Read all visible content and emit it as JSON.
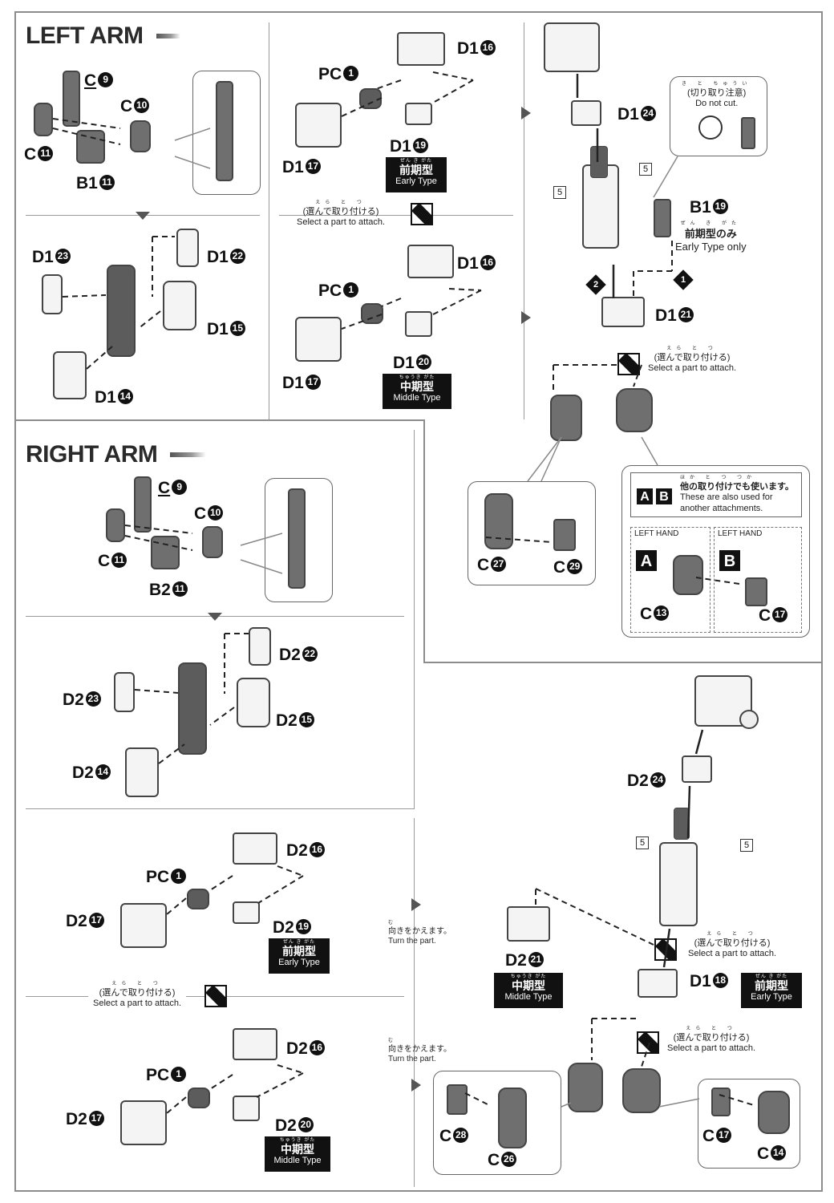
{
  "left_arm": {
    "title": "LEFT ARM",
    "step1": {
      "labels": [
        {
          "part": "C",
          "num": "9",
          "underline": true
        },
        {
          "part": "C",
          "num": "10"
        },
        {
          "part": "C",
          "num": "11"
        },
        {
          "part": "B1",
          "num": "11"
        }
      ]
    },
    "step2": {
      "labels": [
        {
          "part": "D1",
          "num": "23"
        },
        {
          "part": "D1",
          "num": "22"
        },
        {
          "part": "D1",
          "num": "15"
        },
        {
          "part": "D1",
          "num": "14"
        }
      ]
    },
    "early": {
      "labels": [
        {
          "part": "PC",
          "num": "1"
        },
        {
          "part": "D1",
          "num": "16"
        },
        {
          "part": "D1",
          "num": "17"
        },
        {
          "part": "D1",
          "num": "19"
        }
      ],
      "tag": {
        "ruby": "ぜん き がた",
        "jp": "前期型",
        "en": "Early Type"
      }
    },
    "middle": {
      "labels": [
        {
          "part": "PC",
          "num": "1"
        },
        {
          "part": "D1",
          "num": "16"
        },
        {
          "part": "D1",
          "num": "17"
        },
        {
          "part": "D1",
          "num": "20"
        }
      ],
      "tag": {
        "ruby": "ちゅうき がた",
        "jp": "中期型",
        "en": "Middle Type"
      }
    },
    "select_note": {
      "ruby": "えら と つ",
      "jp": "(選んで取り付ける)",
      "en": "Select a part to attach."
    },
    "final": {
      "labels": [
        {
          "part": "D1",
          "num": "24"
        },
        {
          "part": "B1",
          "num": "19"
        },
        {
          "part": "D1",
          "num": "21"
        },
        {
          "part": "C",
          "num": "27"
        },
        {
          "part": "C",
          "num": "29"
        },
        {
          "part": "C",
          "num": "13"
        },
        {
          "part": "C",
          "num": "17"
        }
      ],
      "cut_note": {
        "ruby": "き と ちゅうい",
        "jp": "(切り取り注意)",
        "en": "Do not cut."
      },
      "early_only": {
        "ruby": "ぜん き がた",
        "jp": "前期型のみ",
        "en": "Early Type only"
      },
      "sticker": "5",
      "order": [
        "1",
        "2"
      ],
      "ab_note": {
        "ruby": "ほか と つ つか",
        "jp": "他の取り付けでも使います。",
        "en1": "These are also used for",
        "en2": "another attachments."
      },
      "left_hand": "LEFT HAND",
      "hand": "HAND",
      "a": "A",
      "b": "B"
    }
  },
  "right_arm": {
    "title": "RIGHT ARM",
    "step1": {
      "labels": [
        {
          "part": "C",
          "num": "9",
          "underline": true
        },
        {
          "part": "C",
          "num": "10"
        },
        {
          "part": "C",
          "num": "11"
        },
        {
          "part": "B2",
          "num": "11"
        }
      ]
    },
    "step2": {
      "labels": [
        {
          "part": "D2",
          "num": "22"
        },
        {
          "part": "D2",
          "num": "23"
        },
        {
          "part": "D2",
          "num": "15"
        },
        {
          "part": "D2",
          "num": "14"
        }
      ]
    },
    "early": {
      "labels": [
        {
          "part": "D2",
          "num": "16"
        },
        {
          "part": "PC",
          "num": "1"
        },
        {
          "part": "D2",
          "num": "17"
        },
        {
          "part": "D2",
          "num": "19"
        }
      ],
      "tag": {
        "ruby": "ぜん き がた",
        "jp": "前期型",
        "en": "Early Type"
      }
    },
    "middle": {
      "labels": [
        {
          "part": "D2",
          "num": "16"
        },
        {
          "part": "PC",
          "num": "1"
        },
        {
          "part": "D2",
          "num": "17"
        },
        {
          "part": "D2",
          "num": "20"
        }
      ],
      "tag": {
        "ruby": "ちゅうき がた",
        "jp": "中期型",
        "en": "Middle Type"
      }
    },
    "select_note": {
      "ruby": "えら と つ",
      "jp": "(選んで取り付ける)",
      "en": "Select a part to attach."
    },
    "turn_note": {
      "ruby": "む",
      "jp": "向きをかえます。",
      "en": "Turn the part."
    },
    "final": {
      "labels": [
        {
          "part": "D2",
          "num": "24"
        },
        {
          "part": "D2",
          "num": "21"
        },
        {
          "part": "D1",
          "num": "18"
        },
        {
          "part": "C",
          "num": "28"
        },
        {
          "part": "C",
          "num": "26"
        },
        {
          "part": "C",
          "num": "17"
        },
        {
          "part": "C",
          "num": "14"
        }
      ],
      "sticker": "5",
      "middle_tag": {
        "ruby": "ちゅうき がた",
        "jp": "中期型",
        "en": "Middle Type"
      },
      "early_tag": {
        "ruby": "ぜん き がた",
        "jp": "前期型",
        "en": "Early Type"
      }
    }
  }
}
